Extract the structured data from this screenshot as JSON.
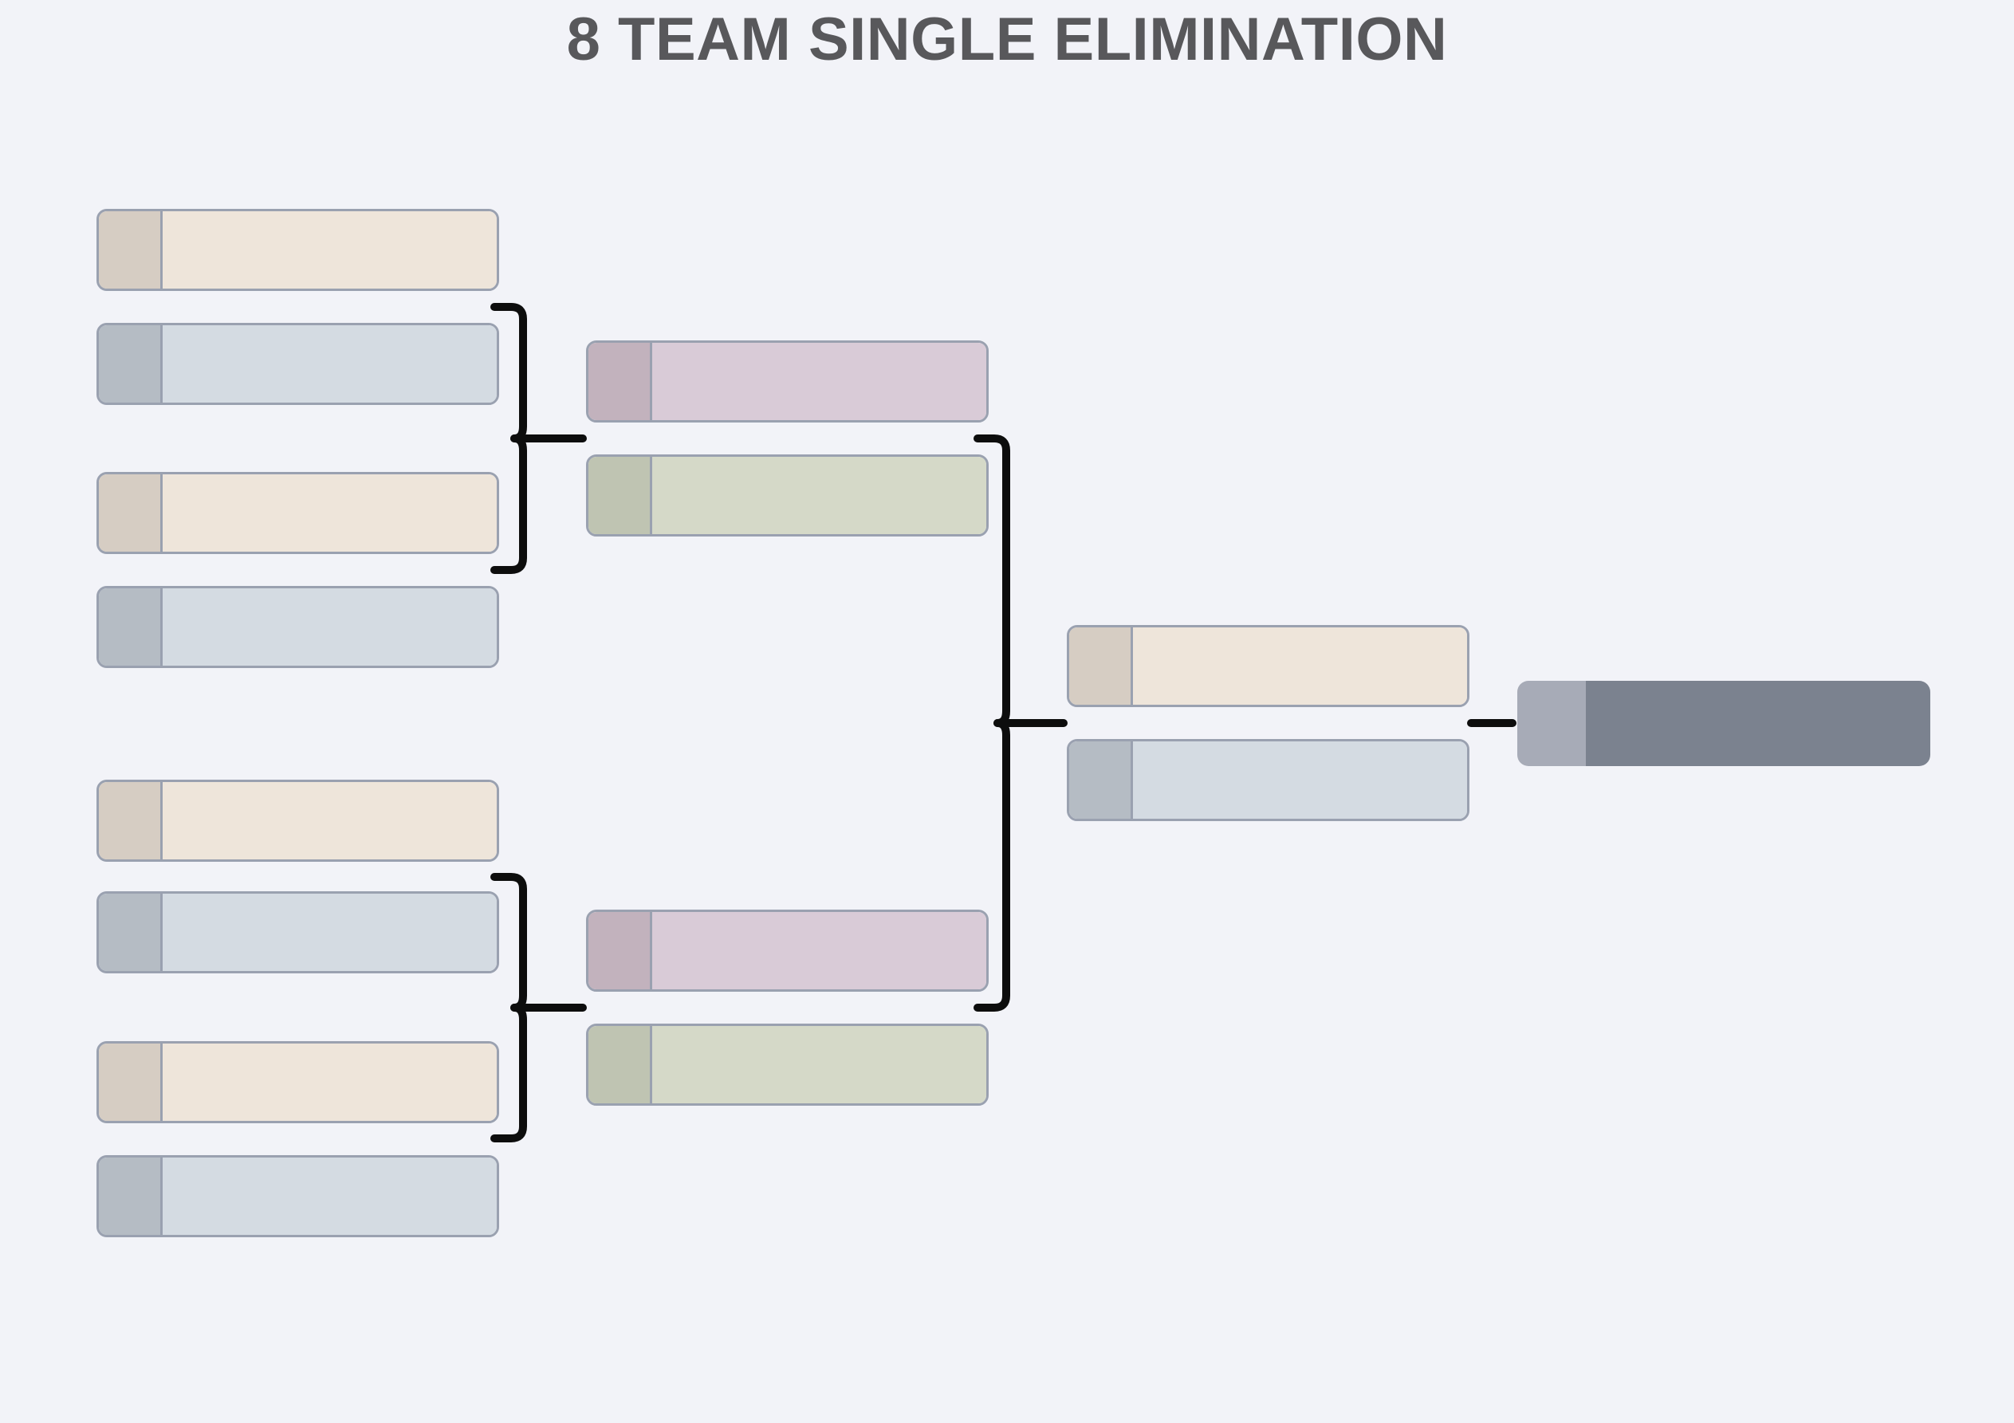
{
  "title": {
    "text": "8 TEAM SINGLE ELIMINATION"
  },
  "theme": {
    "background": "#f2f3f8",
    "box_border": "#9aa1b0",
    "connector": "#0d0d0d",
    "title_color": "#58585b"
  },
  "variants": {
    "tan": {
      "seed": "#d6cdc3",
      "main": "#eee5da"
    },
    "slate_blue": {
      "seed": "#b5bcc4",
      "main": "#d4dbe2"
    },
    "mauve": {
      "seed": "#c2b2bd",
      "main": "#d9cbd7"
    },
    "sage": {
      "seed": "#bfc4b2",
      "main": "#d5d9c8"
    },
    "champion": {
      "seed": "#a7abb7",
      "main": "#7b828f"
    }
  },
  "bracket": {
    "round_1": {
      "slots": [
        {
          "variant": "tan",
          "team": ""
        },
        {
          "variant": "slate_blue",
          "team": ""
        },
        {
          "variant": "tan",
          "team": ""
        },
        {
          "variant": "slate_blue",
          "team": ""
        },
        {
          "variant": "tan",
          "team": ""
        },
        {
          "variant": "slate_blue",
          "team": ""
        },
        {
          "variant": "tan",
          "team": ""
        },
        {
          "variant": "slate_blue",
          "team": ""
        }
      ]
    },
    "semifinals": {
      "slots": [
        {
          "variant": "mauve",
          "team": ""
        },
        {
          "variant": "sage",
          "team": ""
        },
        {
          "variant": "mauve",
          "team": ""
        },
        {
          "variant": "sage",
          "team": ""
        }
      ]
    },
    "final": {
      "slots": [
        {
          "variant": "tan",
          "team": ""
        },
        {
          "variant": "slate_blue",
          "team": ""
        }
      ]
    },
    "champion": {
      "slots": [
        {
          "variant": "champion",
          "team": ""
        }
      ]
    }
  }
}
